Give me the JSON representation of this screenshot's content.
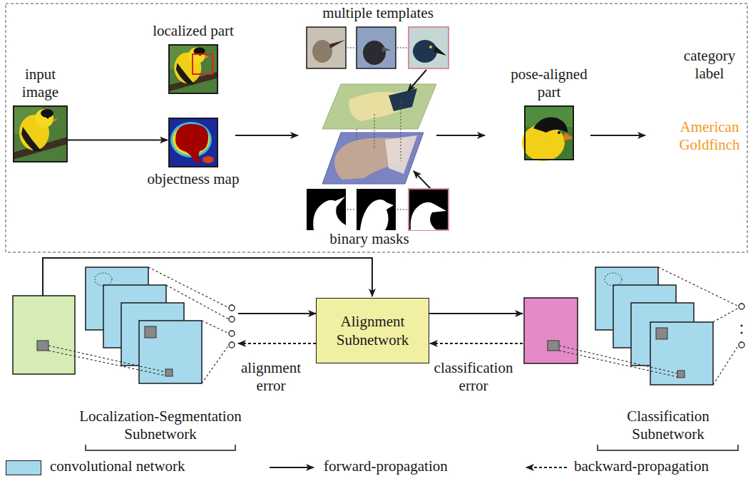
{
  "diagram": {
    "nodes": [
      {
        "text": [
          "input image"
        ]
      },
      {
        "text": [
          "localized part"
        ]
      },
      {
        "text": [
          "objectness map"
        ]
      },
      {
        "text": [
          "pose-aligned part"
        ]
      },
      {
        "text": [
          "Alignment Subnetwork"
        ]
      }
    ],
    "edges": [
      {
        "from": 0,
        "to": 2,
        "arrow": "to"
      }
    ],
    "labels": [
      "multiple templates",
      "binary masks",
      "category label",
      "American Goldfinch",
      "alignment error",
      "classification error",
      "Localization-Segmentation Subnetwork",
      "Classification Subnetwork"
    ],
    "legend": [
      {
        "text": "convolutional network",
        "color": "#a6d9ec"
      },
      {
        "text": "forward-propagation"
      },
      {
        "text": "backward-propagation"
      }
    ]
  }
}
